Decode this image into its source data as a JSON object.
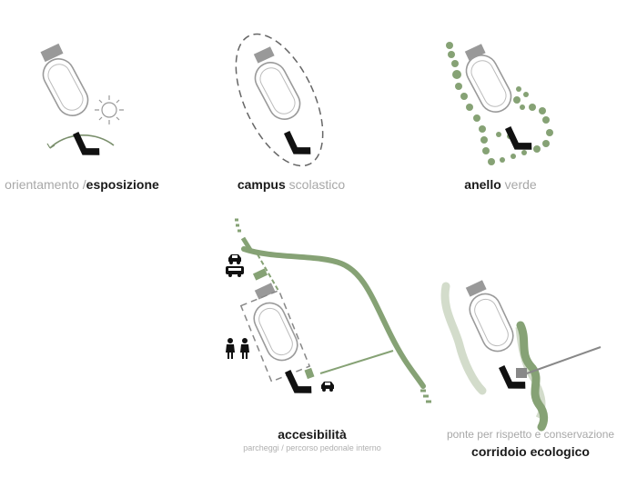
{
  "colors": {
    "green": "#86a275",
    "light_green": "#d3dccb",
    "dark": "#111111",
    "gray": "#a3a3a3"
  },
  "panels": [
    {
      "caption_light": "orientamento /",
      "caption_bold": "esposizione"
    },
    {
      "caption_bold": "campus",
      "caption_light": " scolastico"
    },
    {
      "caption_bold": "anello",
      "caption_light": " verde"
    },
    {
      "caption_bold": "accesibilità",
      "subcaption": "parcheggi / percorso pedonale interno"
    },
    {
      "caption_light": "ponte per rispetto e conservazione",
      "caption_bold": "corridoio ecologico"
    }
  ]
}
